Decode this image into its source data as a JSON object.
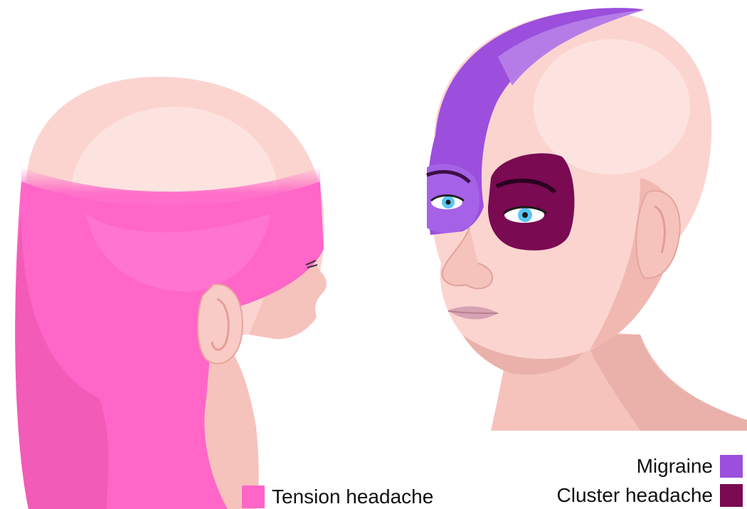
{
  "legend": {
    "tension": {
      "label": "Tension headache",
      "color": "#ff66c8"
    },
    "migraine": {
      "label": "Migraine",
      "color": "#9b4fdc"
    },
    "cluster": {
      "label": "Cluster headache",
      "color": "#7a0a52"
    }
  },
  "palette": {
    "skin_light": "#fbd4d0",
    "skin_mid": "#f6c2bc",
    "skin_shadow": "#eaa9a3",
    "iris": "#5cc6f2",
    "lips": "#d6a2b4"
  }
}
